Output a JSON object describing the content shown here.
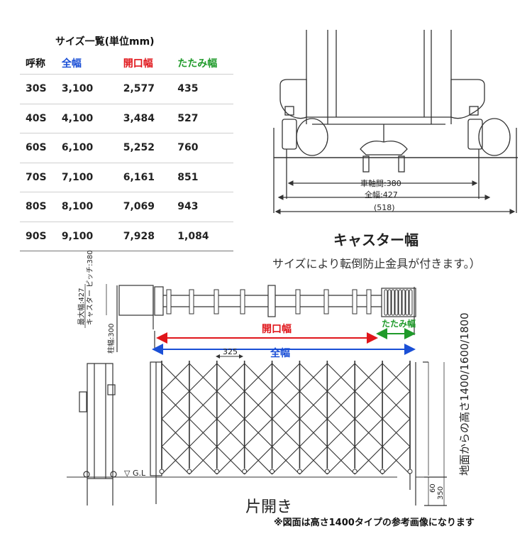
{
  "size_table": {
    "title": "サイズ一覧(単位mm)",
    "headers": [
      {
        "label": "呼称",
        "color": "#111111"
      },
      {
        "label": "全幅",
        "color": "#1a4fd6"
      },
      {
        "label": "開口幅",
        "color": "#e0161b"
      },
      {
        "label": "たたみ幅",
        "color": "#1f9a2a"
      }
    ],
    "rows": [
      [
        "30S",
        "3,100",
        "2,577",
        "435"
      ],
      [
        "40S",
        "4,100",
        "3,484",
        "527"
      ],
      [
        "60S",
        "6,100",
        "5,252",
        "760"
      ],
      [
        "70S",
        "7,100",
        "6,161",
        "851"
      ],
      [
        "80S",
        "8,100",
        "7,069",
        "943"
      ],
      [
        "90S",
        "9,100",
        "7,928",
        "1,084"
      ]
    ]
  },
  "caster": {
    "title": "キャスター幅",
    "note": "サイズにより転倒防止金具が付きます。）",
    "dim_wheelbase": "車軸間:380",
    "dim_full": "全幅:427",
    "dim_outer": "(518)"
  },
  "plan_view": {
    "opening_label": "開口幅",
    "folded_label": "たたみ幅",
    "full_label": "全幅",
    "pitch_label": "325",
    "max_width_label": "最大幅:427",
    "caster_pitch_label": "キャスター ピッチ:380",
    "post_width_label": "柱幅:300"
  },
  "elevation": {
    "height_label": "地面からの高さ1400/1600/1800",
    "gl_label": "▽ G.L",
    "dim_60": "60",
    "dim_350": "350",
    "title": "片開き",
    "note": "※図面は高さ1400タイプの参考画像になります"
  },
  "colors": {
    "blue": "#1a4fd6",
    "red": "#e0161b",
    "green": "#1f9a2a",
    "line": "#333333"
  }
}
